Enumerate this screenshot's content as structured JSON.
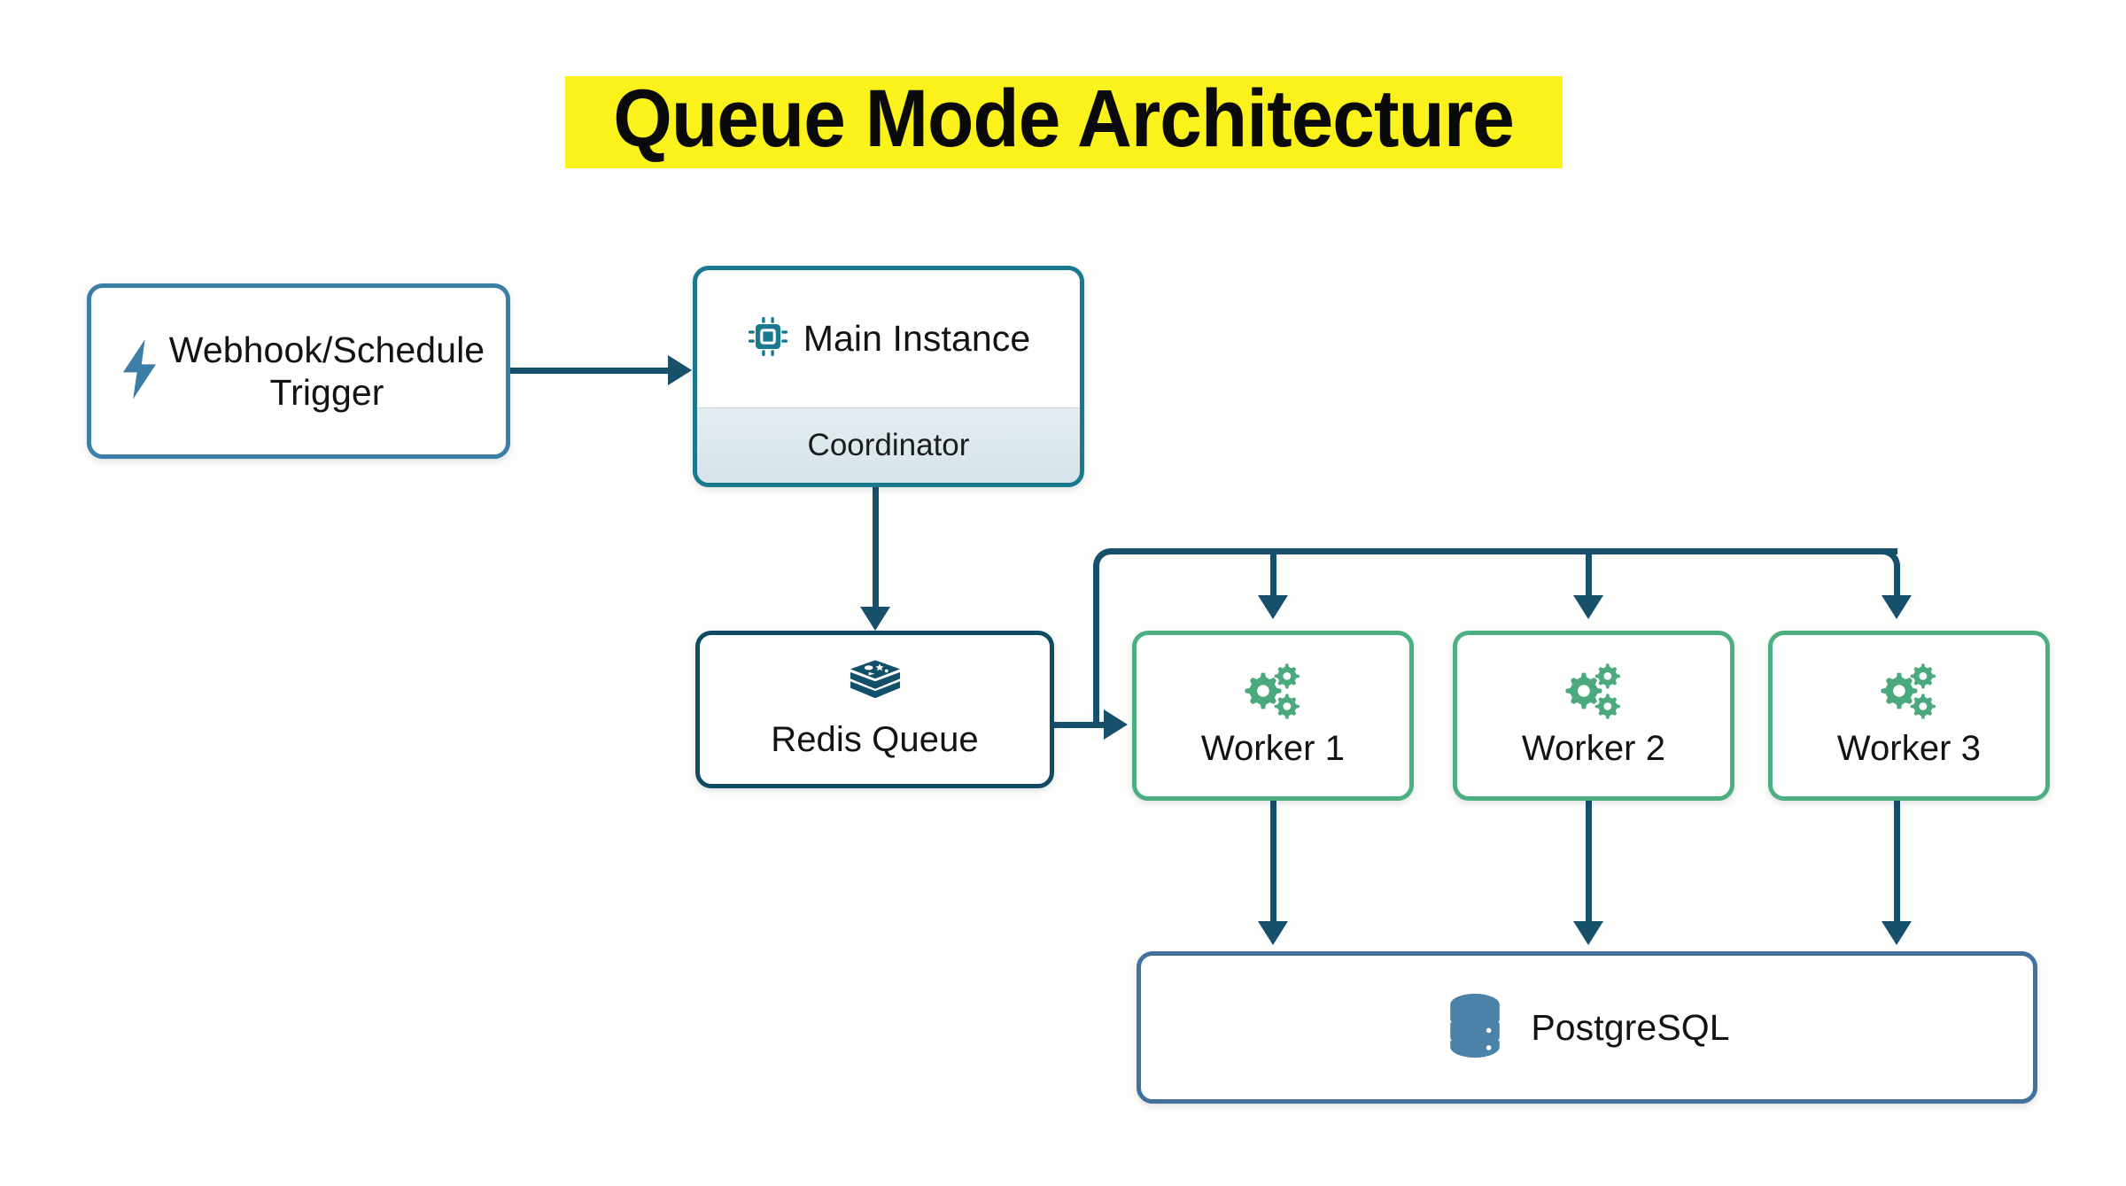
{
  "title": {
    "text": "Queue Mode Architecture",
    "highlight_color": "#faf21a",
    "text_color": "#0a0a0a"
  },
  "diagram": {
    "type": "flowchart",
    "background": "#fdfdfc",
    "nodes": [
      {
        "id": "webhook",
        "label": "Webhook/Schedule Trigger",
        "icon": "lightning-bolt-icon",
        "border_color": "#3b7ea8",
        "accent_color": "#3b7ea8"
      },
      {
        "id": "main-instance",
        "label": "Main Instance",
        "sublabel": "Coordinator",
        "icon": "cpu-chip-icon",
        "border_color": "#18798f",
        "accent_color": "#18798f",
        "footer_color": "#dbe7ec"
      },
      {
        "id": "redis-queue",
        "label": "Redis Queue",
        "icon": "redis-stack-icon",
        "border_color": "#0f4c63",
        "accent_color": "#124f68"
      },
      {
        "id": "worker-1",
        "label": "Worker 1",
        "icon": "gears-icon",
        "border_color": "#4caf82",
        "accent_color": "#4aaa7e"
      },
      {
        "id": "worker-2",
        "label": "Worker 2",
        "icon": "gears-icon",
        "border_color": "#4caf82",
        "accent_color": "#4aaa7e"
      },
      {
        "id": "worker-3",
        "label": "Worker 3",
        "icon": "gears-icon",
        "border_color": "#4caf82",
        "accent_color": "#4aaa7e"
      },
      {
        "id": "postgresql",
        "label": "PostgreSQL",
        "icon": "database-cylinder-icon",
        "border_color": "#42729b",
        "accent_color": "#4a82a8"
      }
    ],
    "edges": [
      {
        "from": "webhook",
        "to": "main-instance",
        "direction": "right",
        "color": "#17506b"
      },
      {
        "from": "main-instance",
        "to": "redis-queue",
        "direction": "down",
        "color": "#17506b"
      },
      {
        "from": "redis-queue",
        "to": "worker-1",
        "direction": "right",
        "color": "#17506b"
      },
      {
        "from": "redis-queue",
        "to": "worker-1",
        "direction": "down",
        "color": "#17506b"
      },
      {
        "from": "redis-queue",
        "to": "worker-2",
        "direction": "down",
        "color": "#17506b"
      },
      {
        "from": "redis-queue",
        "to": "worker-3",
        "direction": "down",
        "color": "#17506b"
      },
      {
        "from": "worker-1",
        "to": "postgresql",
        "direction": "down",
        "color": "#17506b"
      },
      {
        "from": "worker-2",
        "to": "postgresql",
        "direction": "down",
        "color": "#17506b"
      },
      {
        "from": "worker-3",
        "to": "postgresql",
        "direction": "down",
        "color": "#17506b"
      }
    ]
  }
}
